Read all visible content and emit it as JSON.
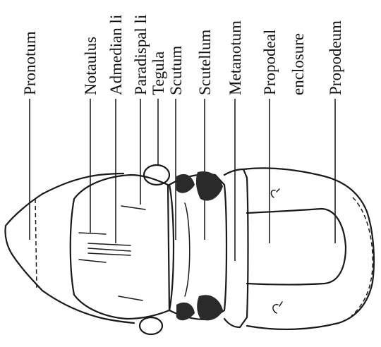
{
  "figure": {
    "labels": [
      "Pronotum",
      "Notaulus",
      "Admedian li",
      "Paradispal li",
      "Tegula",
      "Scutum",
      "Scutellum",
      "Metanotum",
      "Propodeal",
      "enclosure",
      "Propodeum"
    ]
  }
}
